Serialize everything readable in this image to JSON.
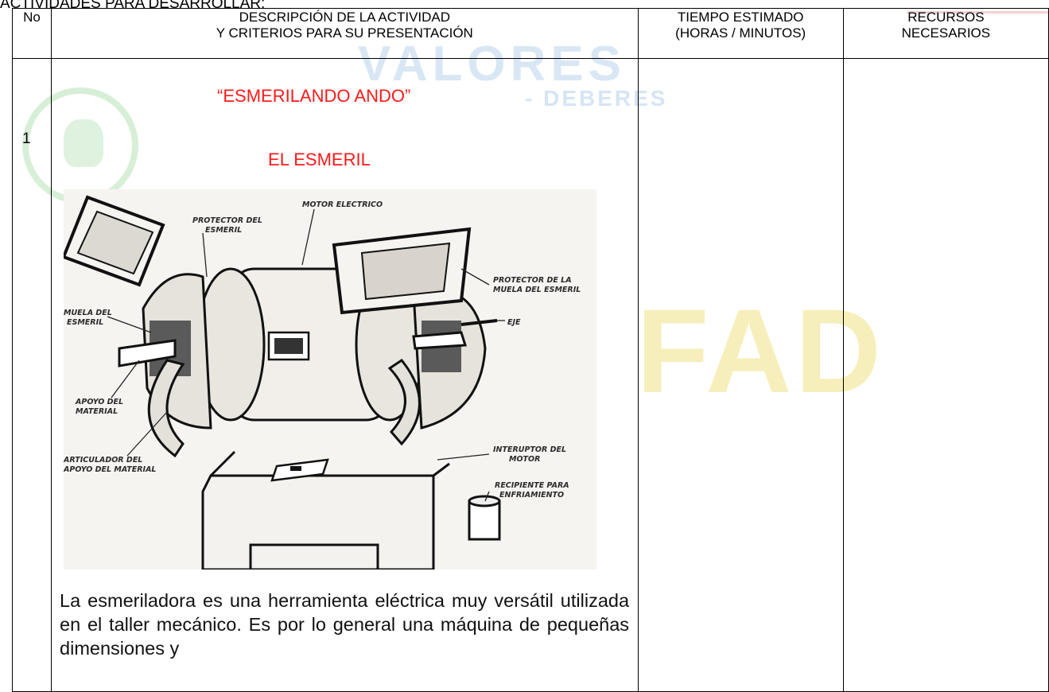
{
  "page_title_partial": "ACTIVIDADES PARA DESARROLLAR:",
  "table": {
    "headers": {
      "no": "No",
      "desc_line1": "DESCRIPCIÓN DE LA ACTIVIDAD",
      "desc_line2": "Y CRITERIOS PARA SU PRESENTACIÓN",
      "time_line1": "TIEMPO ESTIMADO",
      "time_line2": "(HORAS / MINUTOS)",
      "res_line1": "RECURSOS",
      "res_line2": "NECESARIOS"
    },
    "row": {
      "no": "1",
      "title": "“ESMERILANDO ANDO”",
      "subtitle": "EL ESMERIL",
      "body": "La esmeriladora es una herramienta eléctrica muy versátil utilizada en el taller mecánico. Es por lo general una máquina de pequeñas dimensiones y",
      "time": "",
      "resources": ""
    }
  },
  "figure": {
    "labels": {
      "motor": "MOTOR ELECTRICO",
      "protector1": "PROTECTOR DEL",
      "protector2": "ESMERIL",
      "protector_muela1": "PROTECTOR DE LA",
      "protector_muela2": "MUELA DEL ESMERIL",
      "eje": "EJE",
      "muela1": "MUELA DEL",
      "muela2": "ESMERIL",
      "apoyo1": "APOYO DEL",
      "apoyo2": "MATERIAL",
      "articulador1": "ARTICULADOR DEL",
      "articulador2": "APOYO DEL MATERIAL",
      "interruptor1": "INTERUPTOR DEL",
      "interruptor2": "MOTOR",
      "recipiente1": "RECIPIENTE PARA",
      "recipiente2": "ENFRIAMIENTO"
    }
  },
  "watermark": {
    "line1": "VALORES",
    "line2": "- DEBERES",
    "line3": "FAD"
  }
}
